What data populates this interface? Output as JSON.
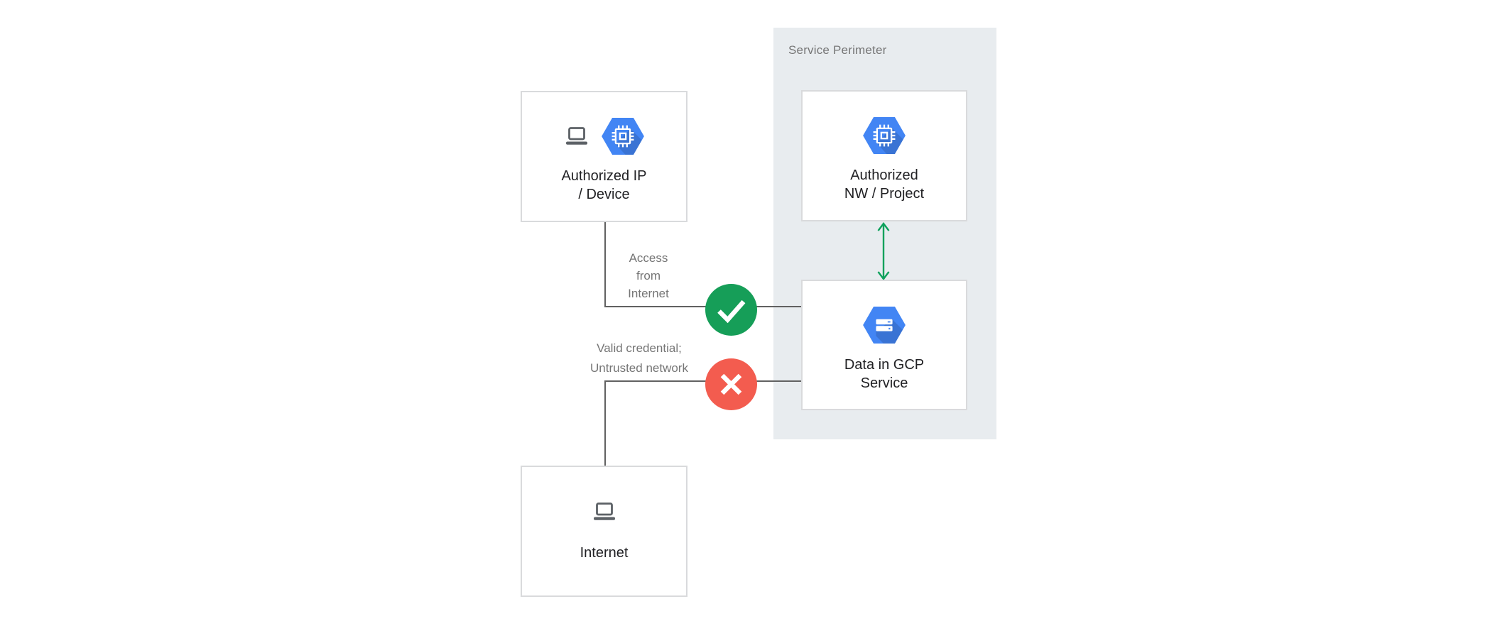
{
  "colors": {
    "canvas_bg": "#ffffff",
    "perimeter_bg": "#e8ecef",
    "box_bg": "#ffffff",
    "box_border": "#d9dadc",
    "line_gray": "#616161",
    "icon_gray": "#5c6166",
    "text_dark": "#212124",
    "text_gray": "#757575",
    "gcp_blue": "#4285f4",
    "check_green": "#169e58",
    "arrow_green": "#0da15c",
    "cross_red": "#f35c4f"
  },
  "perimeter": {
    "label": "Service Perimeter"
  },
  "nodes": {
    "authorized_ip": {
      "lines": [
        "Authorized IP",
        "/ Device"
      ]
    },
    "authorized_nw": {
      "lines": [
        "Authorized",
        "NW / Project"
      ]
    },
    "data_gcp": {
      "lines": [
        "Data in GCP",
        "Service"
      ]
    },
    "internet": {
      "lines": [
        "Internet"
      ]
    }
  },
  "connectors": {
    "access": {
      "lines": [
        "Access",
        "from",
        "Internet"
      ],
      "status": "allowed"
    },
    "untrusted": {
      "lines": [
        "Valid credential;",
        "Untrusted network"
      ],
      "status": "denied"
    }
  }
}
